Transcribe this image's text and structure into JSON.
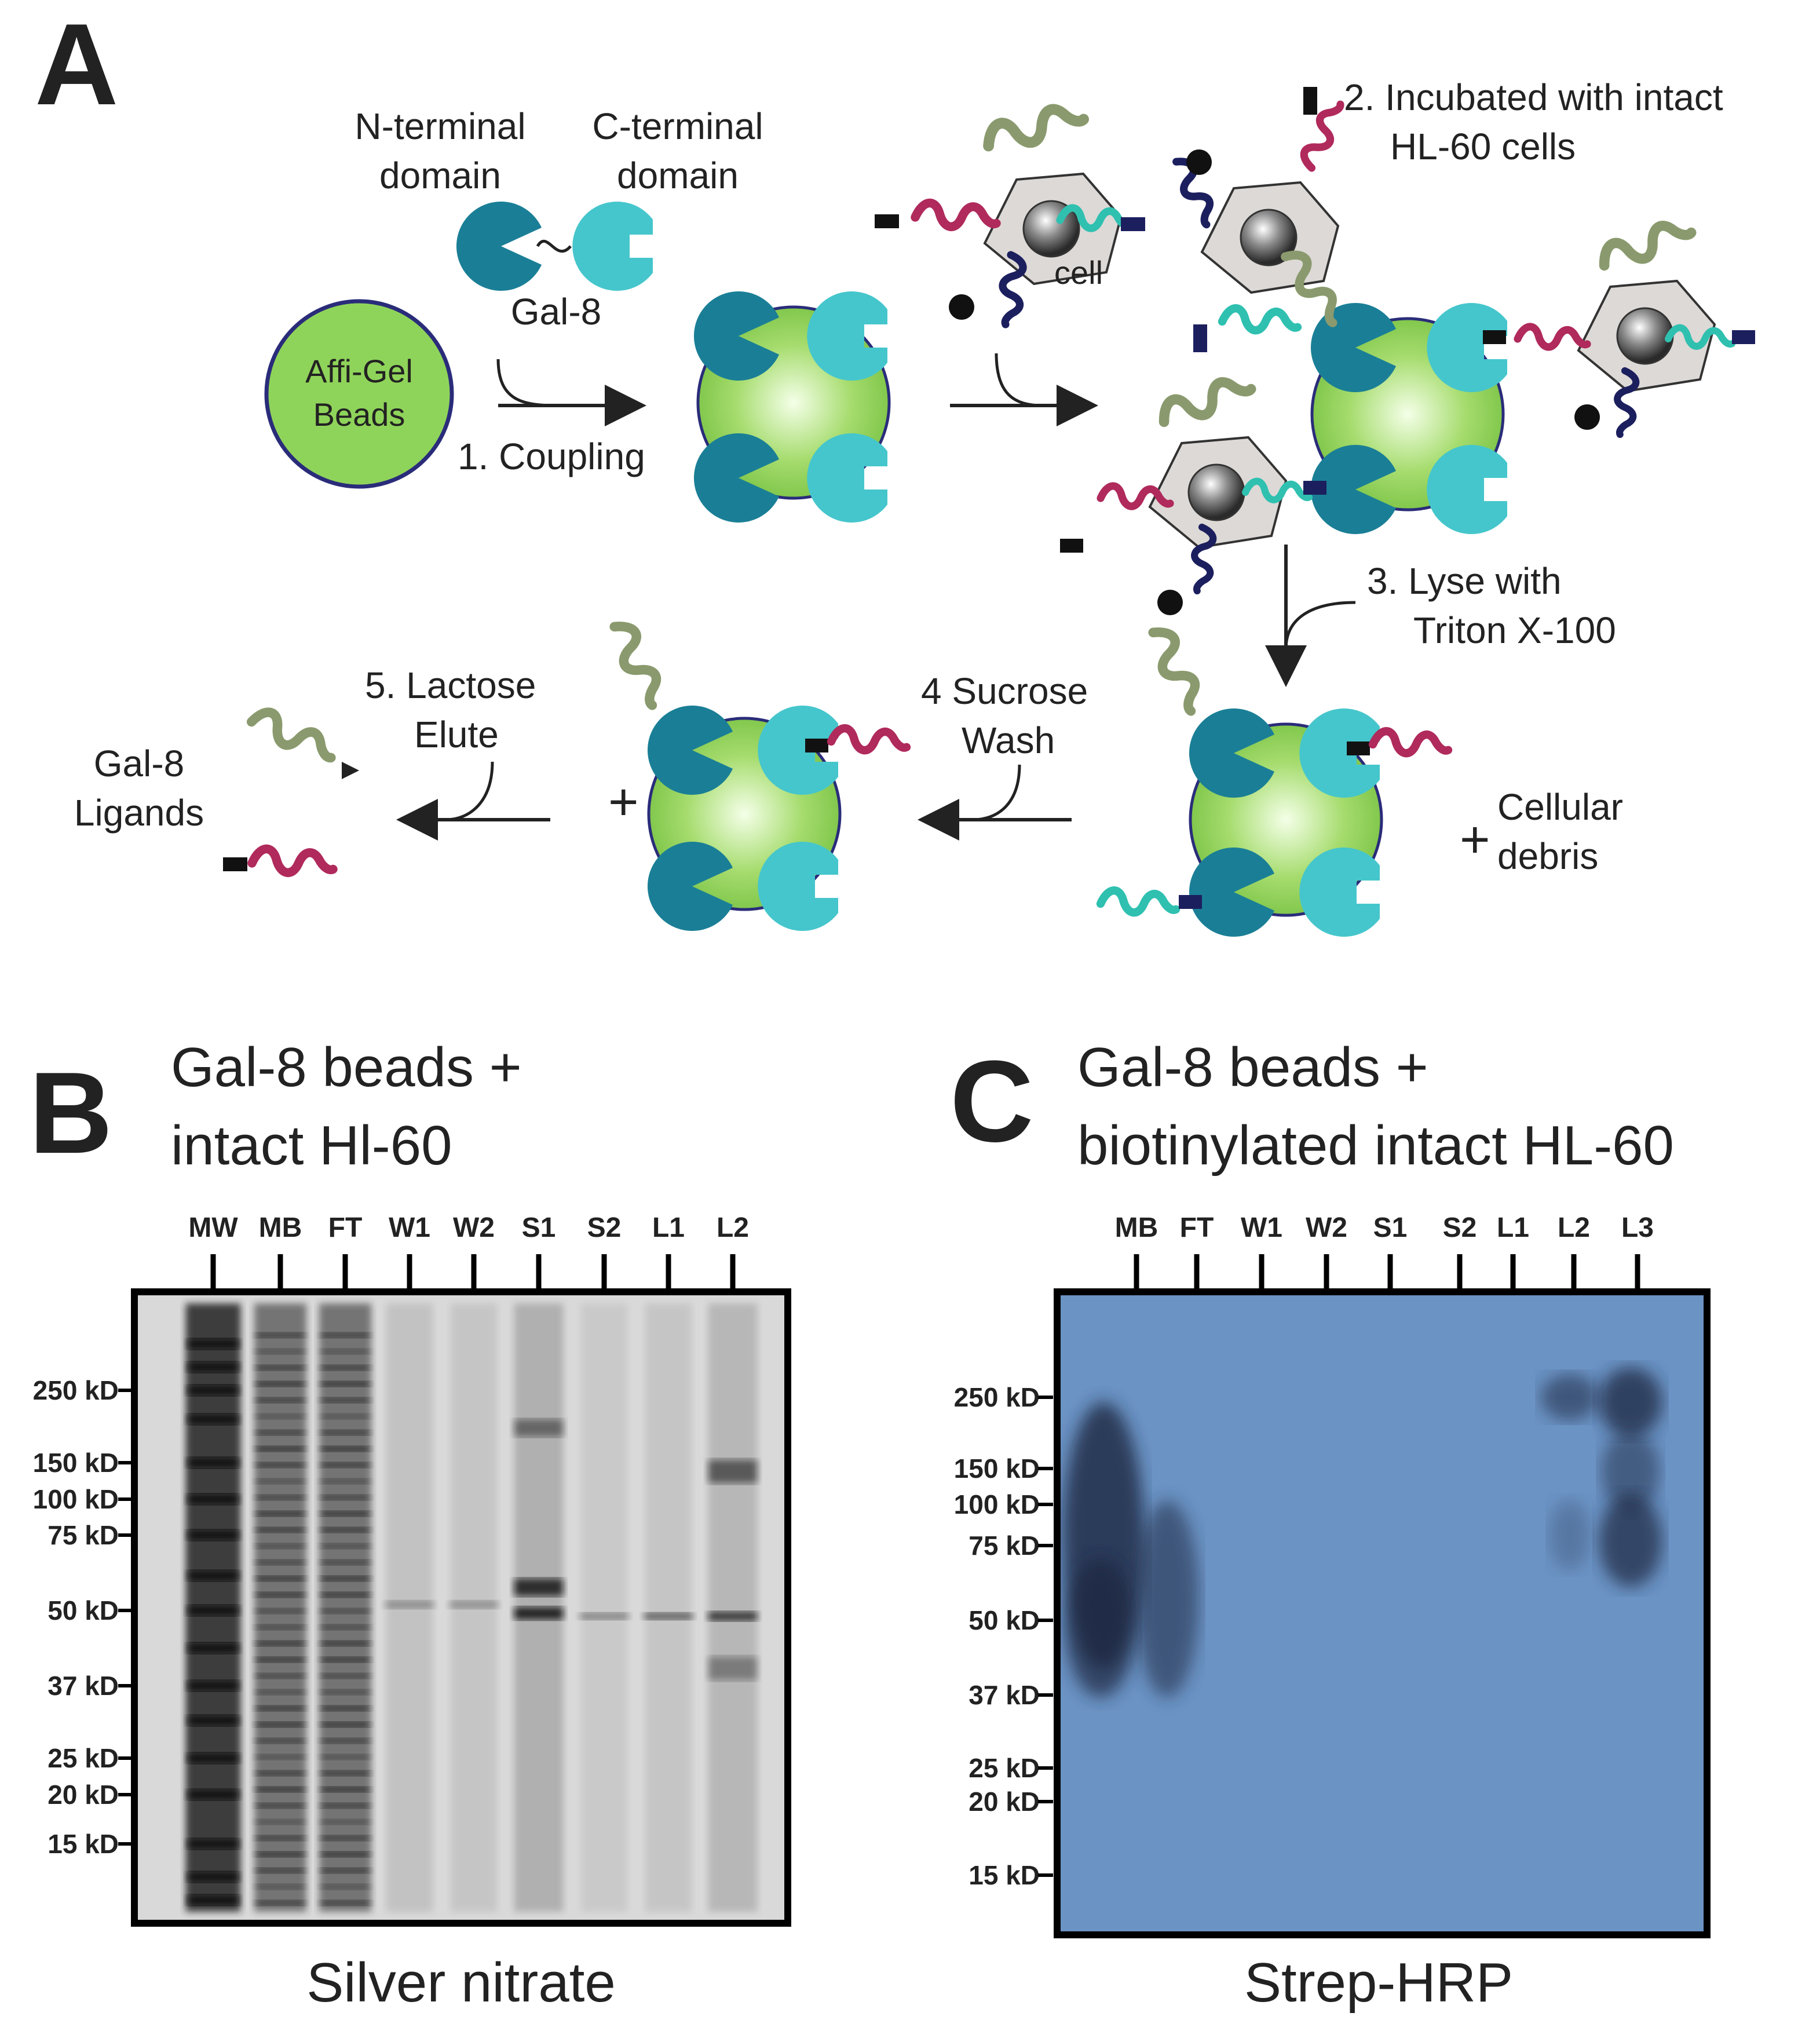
{
  "panelA": {
    "letter": "A",
    "beads_label_line1": "Affi-Gel",
    "beads_label_line2": "Beads",
    "n_domain_line1": "N-terminal",
    "n_domain_line2": "domain",
    "c_domain_line1": "C-terminal",
    "c_domain_line2": "domain",
    "gal8": "Gal-8",
    "step1": "1. Coupling",
    "cell": "cell",
    "step2_line1": "2. Incubated with intact",
    "step2_line2": "HL-60 cells",
    "step3_line1": "3. Lyse with",
    "step3_line2": "Triton X-100",
    "step4_line1": "4 Sucrose",
    "step4_line2": "Wash",
    "step5_line1": "5. Lactose",
    "step5_line2": "Elute",
    "ligands_line1": "Gal-8",
    "ligands_line2": "Ligands",
    "plus": "+",
    "debris_line1": "Cellular",
    "debris_line2": "debris"
  },
  "panelB": {
    "letter": "B",
    "title_line1": "Gal-8 beads +",
    "title_line2": "intact Hl-60",
    "lanes": [
      "MW",
      "MB",
      "FT",
      "W1",
      "W2",
      "S1",
      "S2",
      "L1",
      "L2"
    ],
    "markers": [
      "250 kD",
      "150 kD",
      "100 kD",
      "75 kD",
      "50 kD",
      "37 kD",
      "25 kD",
      "20 kD",
      "15 kD"
    ],
    "caption": "Silver nitrate"
  },
  "panelC": {
    "letter": "C",
    "title_line1": "Gal-8 beads +",
    "title_line2": "biotinylated intact HL-60",
    "lanes": [
      "MB",
      "FT",
      "W1",
      "W2",
      "S1",
      "S2",
      "L1",
      "L2",
      "L3"
    ],
    "markers": [
      "250 kD",
      "150 kD",
      "100 kD",
      "75 kD",
      "50 kD",
      "37 kD",
      "25 kD",
      "20 kD",
      "15 kD"
    ],
    "caption": "Strep-HRP"
  },
  "colors": {
    "n_domain": "#1a7f96",
    "c_domain": "#45c6cc",
    "bead": "#8fd45a",
    "ligand_green": "#8a9a6e",
    "ligand_red": "#b02a5c",
    "ligand_teal": "#2fc0b0",
    "ligand_navy": "#1c1f5e",
    "blot_blue": "#6b93c4",
    "silver_gel": "#dcdcdc"
  }
}
